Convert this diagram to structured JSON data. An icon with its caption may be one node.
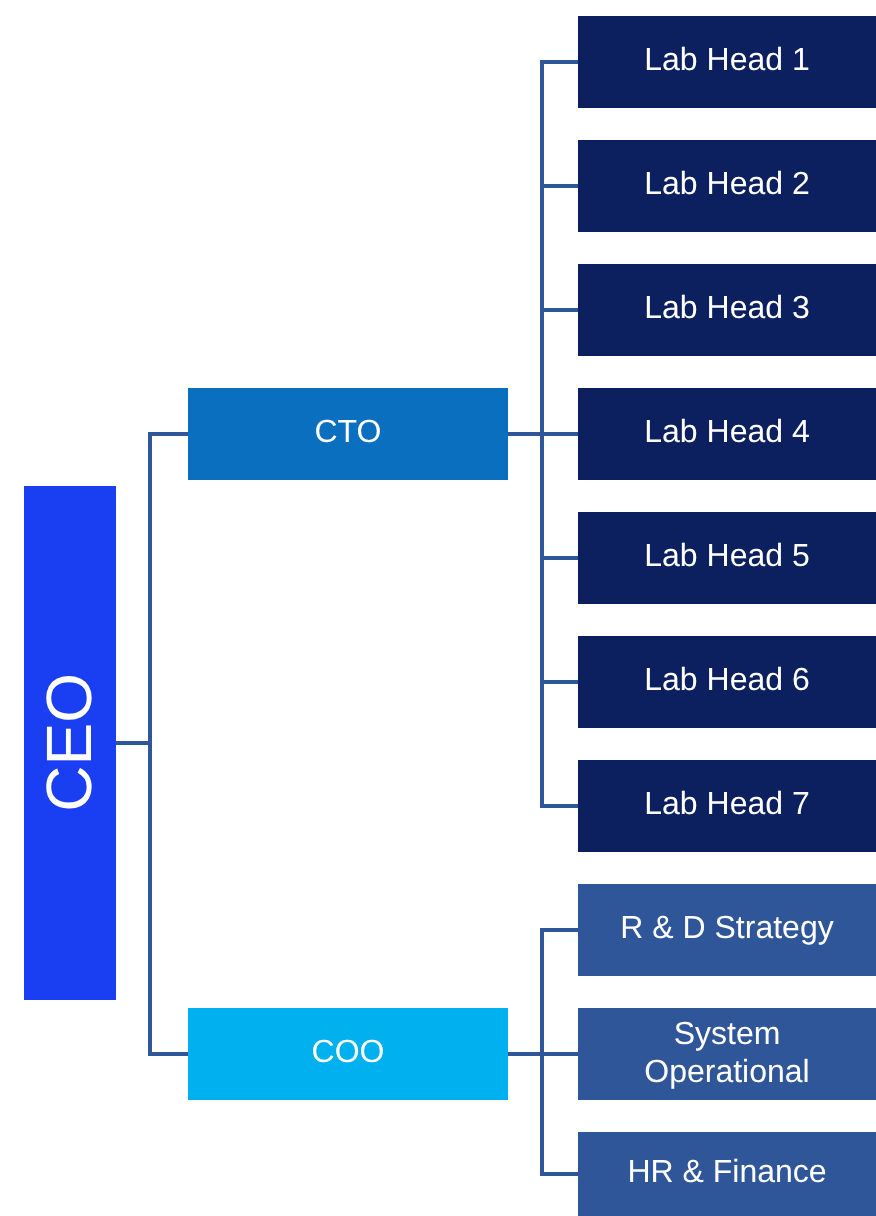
{
  "diagram": {
    "nodes": [
      {
        "text": [
          "CEO"
        ]
      },
      {
        "text": [
          "CTO"
        ]
      },
      {
        "text": [
          "COO"
        ]
      },
      {
        "text": [
          "Lab Head 1"
        ]
      },
      {
        "text": [
          "Lab Head 2"
        ]
      },
      {
        "text": [
          "Lab Head 3"
        ]
      },
      {
        "text": [
          "Lab Head 4"
        ]
      },
      {
        "text": [
          "Lab Head 5"
        ]
      },
      {
        "text": [
          "Lab Head 6"
        ]
      },
      {
        "text": [
          "Lab Head 7"
        ]
      },
      {
        "text": [
          "R & D Strategy"
        ]
      },
      {
        "text": [
          "System Operational"
        ]
      },
      {
        "text": [
          "HR & Finance"
        ]
      }
    ],
    "edges": [
      {
        "from": 0,
        "to": 1,
        "arrow": "none"
      },
      {
        "from": 0,
        "to": 2,
        "arrow": "none"
      },
      {
        "from": 1,
        "to": 3,
        "arrow": "none"
      },
      {
        "from": 1,
        "to": 4,
        "arrow": "none"
      },
      {
        "from": 1,
        "to": 5,
        "arrow": "none"
      },
      {
        "from": 1,
        "to": 6,
        "arrow": "none"
      },
      {
        "from": 1,
        "to": 7,
        "arrow": "none"
      },
      {
        "from": 1,
        "to": 8,
        "arrow": "none"
      },
      {
        "from": 1,
        "to": 9,
        "arrow": "none"
      },
      {
        "from": 2,
        "to": 10,
        "arrow": "none"
      },
      {
        "from": 2,
        "to": 11,
        "arrow": "none"
      },
      {
        "from": 2,
        "to": 12,
        "arrow": "none"
      }
    ]
  }
}
